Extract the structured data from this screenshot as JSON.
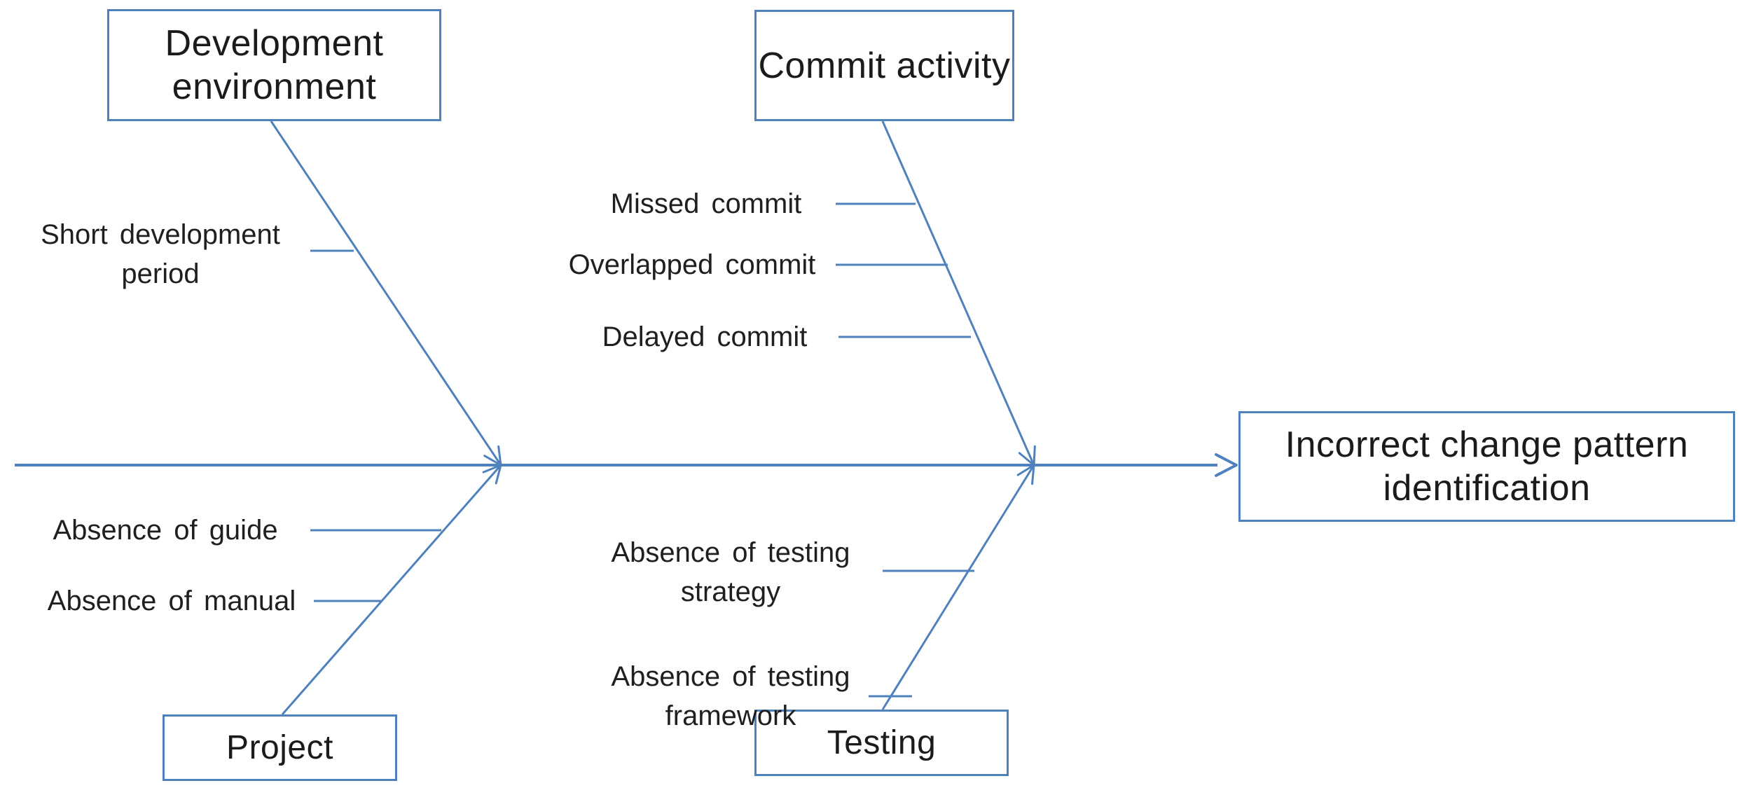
{
  "diagram": {
    "type": "fishbone-cause-effect",
    "effect": {
      "label": "Incorrect change pattern identification"
    },
    "categories": [
      {
        "id": "development-environment",
        "label": "Development environment",
        "position": "top-left",
        "causes": [
          "Short development period"
        ]
      },
      {
        "id": "commit-activity",
        "label": "Commit activity",
        "position": "top-middle",
        "causes": [
          "Missed commit",
          "Overlapped commit",
          "Delayed commit"
        ]
      },
      {
        "id": "project",
        "label": "Project",
        "position": "bottom-left",
        "causes": [
          "Absence of guide",
          "Absence of manual"
        ]
      },
      {
        "id": "testing",
        "label": "Testing",
        "position": "bottom-middle",
        "causes": [
          "Absence of testing strategy",
          "Absence of testing framework"
        ]
      }
    ],
    "colors": {
      "line": "#4f81bd",
      "text": "#1f1f1f",
      "box_background": "#ffffff"
    }
  }
}
